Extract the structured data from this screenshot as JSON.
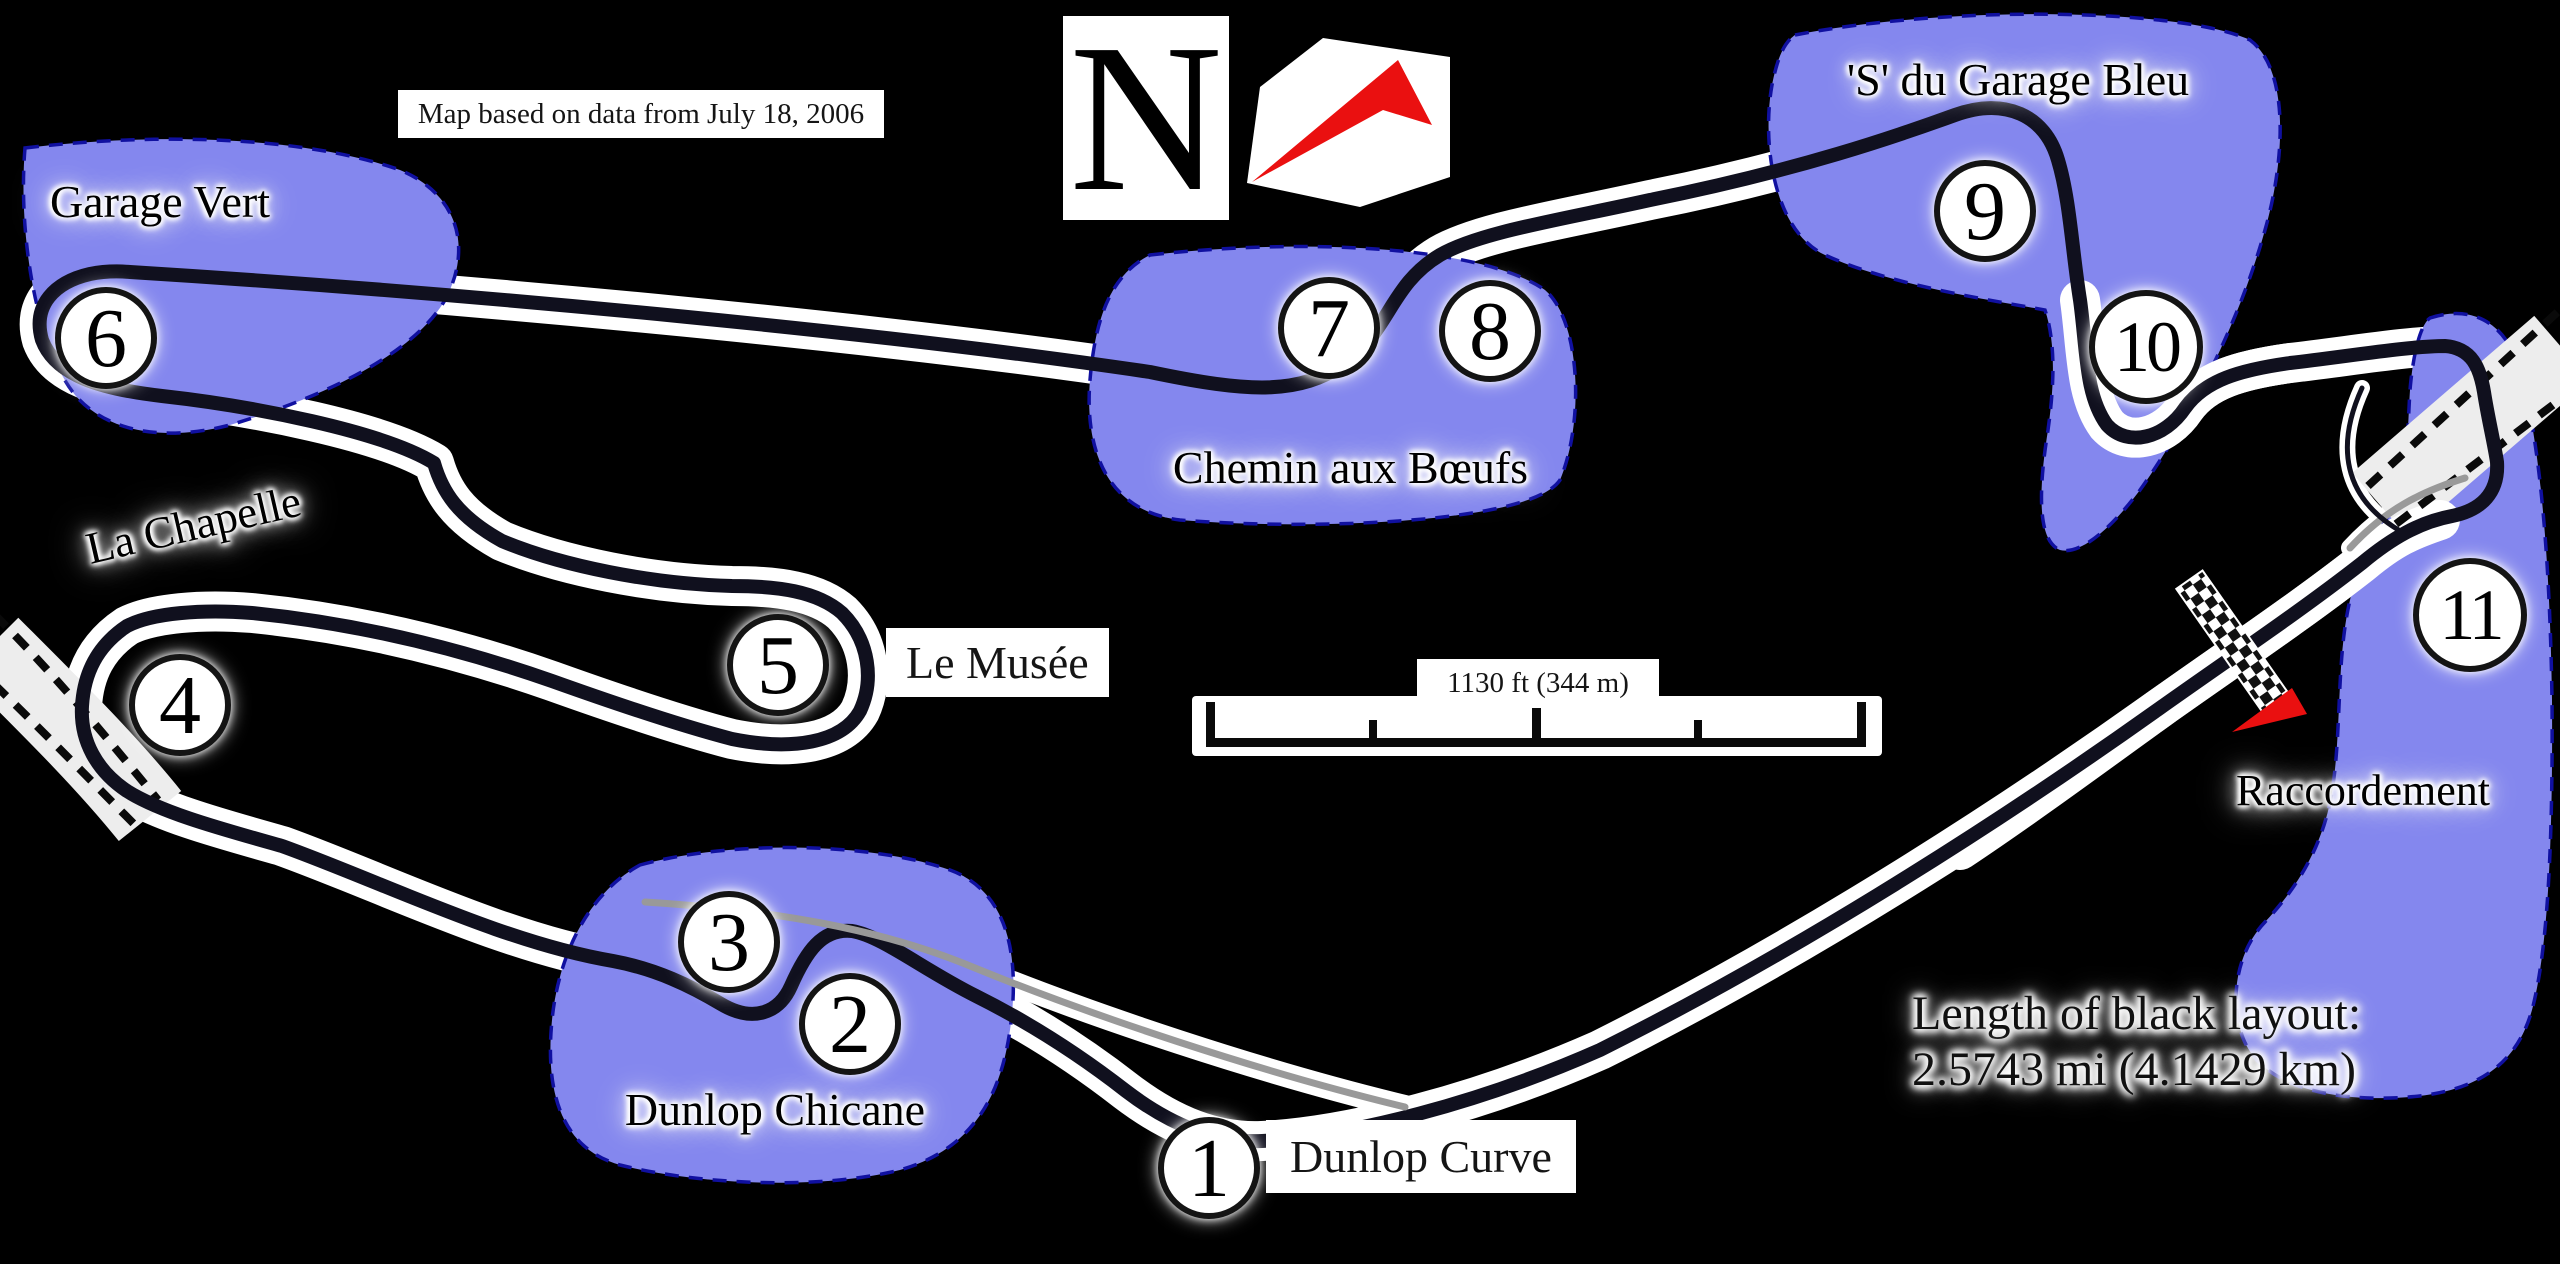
{
  "title_note": "Map based on data from July 18, 2006",
  "compass": {
    "letter": "N"
  },
  "scale_bar": {
    "label": "1130 ft (344 m)"
  },
  "length_label": {
    "line1": "Length of black layout:",
    "line2": "2.5743 mi (4.1429 km)"
  },
  "corner_numbers": [
    "1",
    "2",
    "3",
    "4",
    "5",
    "6",
    "7",
    "8",
    "9",
    "10",
    "11"
  ],
  "corner_names": {
    "dunlop_curve": "Dunlop Curve",
    "dunlop_chicane": "Dunlop Chicane",
    "la_chapelle": "La Chapelle",
    "le_musee": "Le Musée",
    "garage_vert": "Garage Vert",
    "chemin_aux_boeufs": "Chemin aux Bœufs",
    "s_du_garage_bleu": "'S' du Garage Bleu",
    "raccordement": "Raccordement"
  },
  "colors": {
    "background": "#000000",
    "track_core": "#10101e",
    "track_casing": "#ffffff",
    "highlight_zone_fill": "#8487ee",
    "highlight_zone_border": "#1010a0",
    "alternate_line": "#999999",
    "ghost_band": "#ededed",
    "north_arrow_red": "#ea1010"
  }
}
